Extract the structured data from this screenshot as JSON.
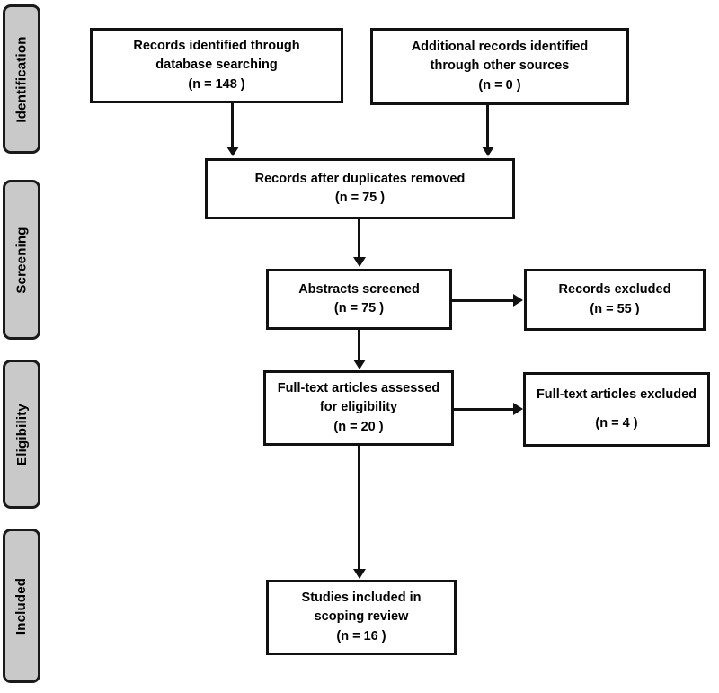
{
  "diagram": {
    "type": "prisma-flow-diagram",
    "title": "PRISMA scoping review flow diagram",
    "colors": {
      "stage_label_fill": "#c9c9c9",
      "stage_label_border": "#1a1a1a",
      "box_fill": "#ffffff",
      "box_border": "#111111",
      "connector": "#111111",
      "background": "#ffffff"
    }
  },
  "stages": [
    {
      "id": "identification",
      "label": "Identification"
    },
    {
      "id": "screening",
      "label": "Screening"
    },
    {
      "id": "eligibility",
      "label": "Eligibility"
    },
    {
      "id": "included",
      "label": "Included"
    }
  ],
  "boxes": {
    "records_identified": {
      "line1": "Records identified through",
      "line2": "database searching",
      "line3": "(n =  148 )",
      "n": 148
    },
    "additional_records": {
      "line1": "Additional records identified",
      "line2": "through other sources",
      "line3": "(n =  0 )",
      "n": 0
    },
    "duplicates_removed": {
      "line1": "Records after duplicates removed",
      "line2": "(n = 75  )",
      "n": 75
    },
    "abstracts_screened": {
      "line1": "Abstracts screened",
      "line2": "(n = 75  )",
      "n": 75
    },
    "records_excluded": {
      "line1": "Records excluded",
      "line2": "(n = 55  )",
      "n": 55
    },
    "fulltext_assessed": {
      "line1": "Full-text articles assessed",
      "line2": "for eligibility",
      "line3": "(n = 20  )",
      "n": 20
    },
    "fulltext_excluded": {
      "line1": "Full-text articles excluded",
      "line2": "",
      "line3": "(n = 4  )",
      "n": 4
    },
    "studies_included": {
      "line1": "Studies included in",
      "line2": "scoping review",
      "line3": "(n = 16  )",
      "n": 16
    }
  }
}
